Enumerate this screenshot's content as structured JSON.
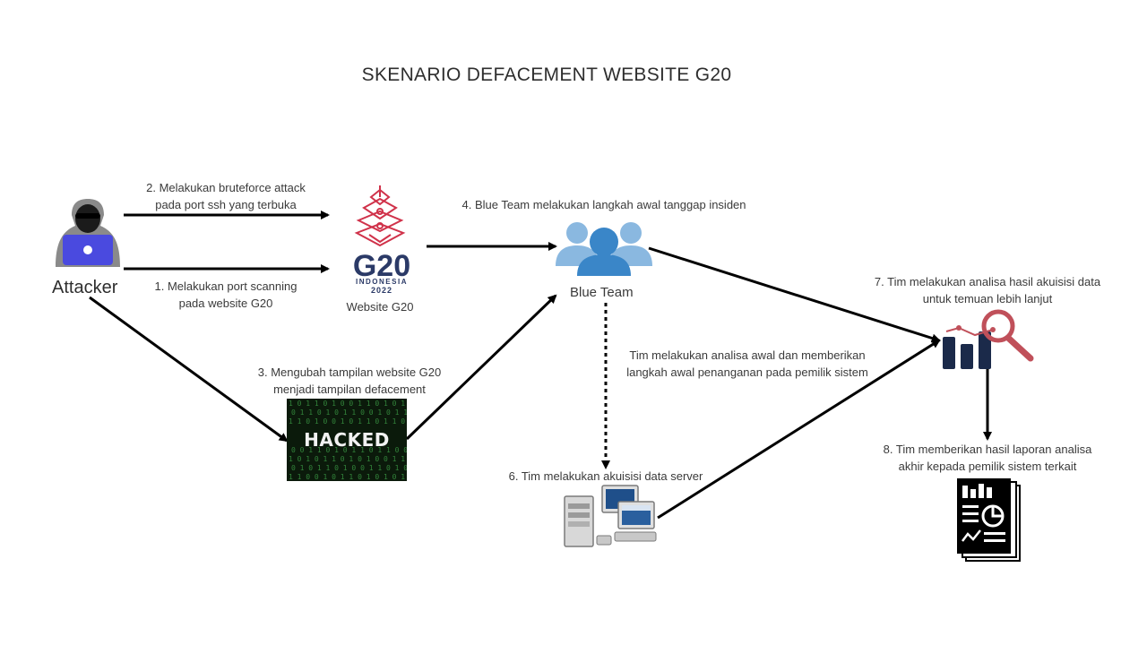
{
  "title": "SKENARIO DEFACEMENT WEBSITE G20",
  "nodes": {
    "attacker": "Attacker",
    "website": "Website G20",
    "blue_team": "Blue Team",
    "hacked": "HACKED",
    "g20_logo": {
      "main": "G20",
      "country": "INDONESIA",
      "year": "2022"
    }
  },
  "steps": {
    "s1": [
      "1. Melakukan port scanning",
      "pada website G20"
    ],
    "s2": [
      "2. Melakukan bruteforce attack",
      "pada port ssh yang terbuka"
    ],
    "s3": [
      "3. Mengubah tampilan website G20",
      "menjadi tampilan defacement"
    ],
    "s4": [
      "4. Blue Team melakukan langkah awal tanggap insiden"
    ],
    "s5": [
      "Tim melakukan analisa awal dan memberikan",
      "langkah awal penanganan pada pemilik sistem"
    ],
    "s6": [
      "6. Tim melakukan akuisisi data server"
    ],
    "s7": [
      "7. Tim melakukan analisa hasil akuisisi data",
      "untuk temuan lebih lanjut"
    ],
    "s8": [
      "8. Tim memberikan hasil laporan analisa",
      "akhir kepada pemilik sistem terkait"
    ]
  },
  "icons": [
    "hacker-icon",
    "g20-logo",
    "users-icon",
    "server-computer-icon",
    "analytics-icon",
    "report-icon"
  ],
  "colors": {
    "g20_red": "#d0324a",
    "g20_navy": "#2b3a67",
    "blue_team": "#3a86c8",
    "blue_team_light": "#8ab8e0",
    "analytics_navy": "#1b2a4a",
    "analytics_red": "#c0505a",
    "hacker_purple": "#4a4adf"
  }
}
